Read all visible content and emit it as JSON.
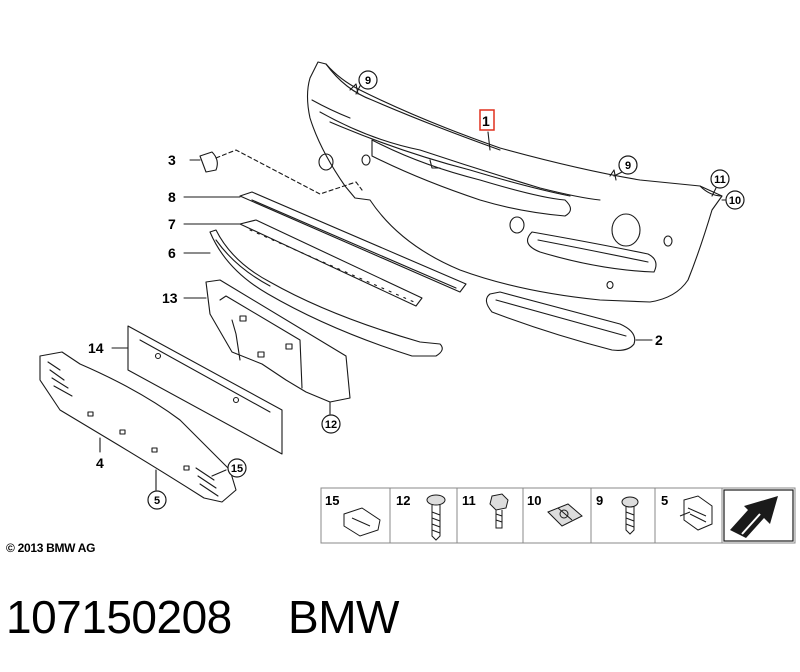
{
  "labels": {
    "l1": "1",
    "l2": "2",
    "l3": "3",
    "l4": "4",
    "l5": "5",
    "l6": "6",
    "l7": "7",
    "l8": "8",
    "l9a": "9",
    "l9b": "9",
    "l10": "10",
    "l11": "11",
    "l12": "12",
    "l13": "13",
    "l14": "14",
    "l15": "15"
  },
  "legend": {
    "items": [
      "15",
      "12",
      "11",
      "10",
      "9",
      "5"
    ]
  },
  "footer": {
    "copyright": "© 2013 BMW AG",
    "part_number": "107150208",
    "brand": "BMW"
  },
  "colors": {
    "highlight": "#e0301e",
    "line": "#1a1a1a",
    "background": "#ffffff"
  }
}
